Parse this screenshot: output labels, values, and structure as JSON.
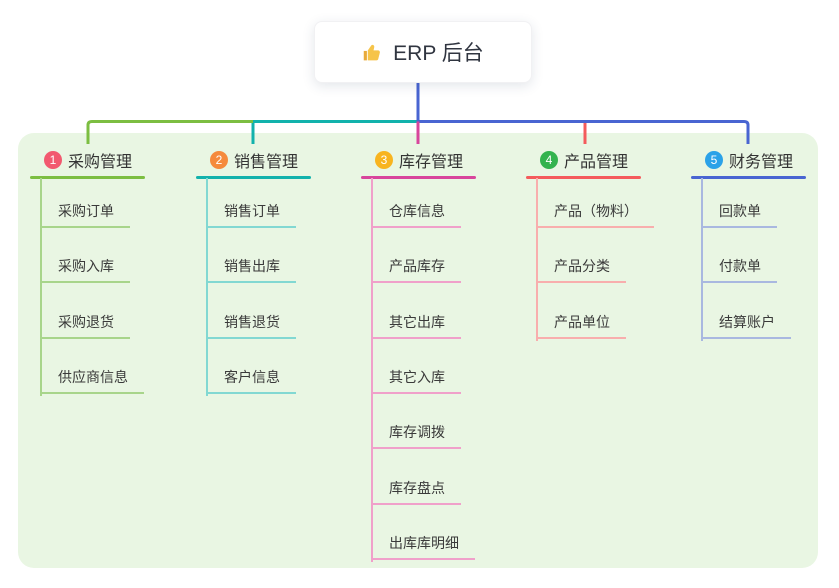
{
  "root": {
    "label": "ERP 后台",
    "icon": "thumbs-up"
  },
  "colors": {
    "canvas_bg": "#e9f6e3",
    "root_line": "#4965d2",
    "text": "#333333"
  },
  "branches": [
    {
      "num": "1",
      "label": "采购管理",
      "color": "#7cbe41",
      "light": "#a8d58b",
      "badge": "#f2596f",
      "children": [
        "采购订单",
        "采购入库",
        "采购退货",
        "供应商信息"
      ]
    },
    {
      "num": "2",
      "label": "销售管理",
      "color": "#12b2ac",
      "light": "#82d8d2",
      "badge": "#f58a3c",
      "children": [
        "销售订单",
        "销售出库",
        "销售退货",
        "客户信息"
      ]
    },
    {
      "num": "3",
      "label": "库存管理",
      "color": "#d8459c",
      "light": "#f0a0ca",
      "badge": "#f8b41f",
      "children": [
        "仓库信息",
        "产品库存",
        "其它出库",
        "其它入库",
        "库存调拨",
        "库存盘点",
        "出库库明细"
      ]
    },
    {
      "num": "4",
      "label": "产品管理",
      "color": "#f45b5c",
      "light": "#f8aead",
      "badge": "#33b34e",
      "children": [
        "产品（物料）",
        "产品分类",
        "产品单位"
      ]
    },
    {
      "num": "5",
      "label": "财务管理",
      "color": "#4965d2",
      "light": "#a9b8e0",
      "badge": "#2ba2e8",
      "children": [
        "回款单",
        "付款单",
        "结算账户"
      ]
    }
  ]
}
